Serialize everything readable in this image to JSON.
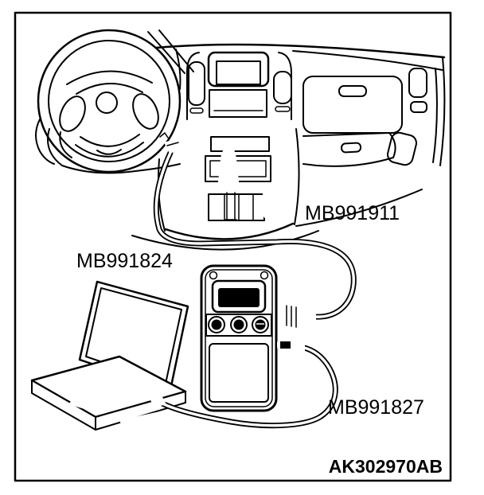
{
  "figure": {
    "labels": {
      "cable_dlc": "MB991911",
      "vci": "MB991824",
      "cable_usb": "MB991827"
    },
    "figure_code": "AK302970AB",
    "colors": {
      "line_color": "#000000",
      "background": "#ffffff"
    }
  }
}
